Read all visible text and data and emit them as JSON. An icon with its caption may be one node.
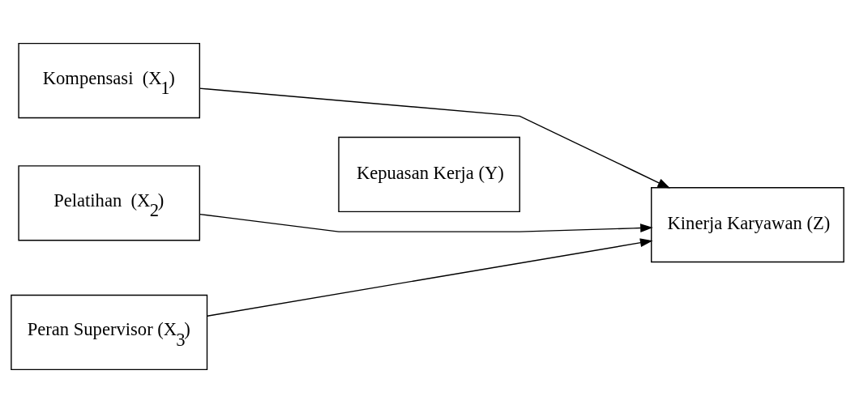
{
  "diagram": {
    "nodes": [
      {
        "text": [
          "Kompensasi  (X$_{1}$)"
        ]
      },
      {
        "text": [
          "Pelatihan  (X$_{2}$)"
        ]
      },
      {
        "text": [
          "Peran Supervisor (X$_{3}$)"
        ]
      },
      {
        "text": [
          "Kepuasan Kerja (Y)"
        ]
      },
      {
        "text": [
          "Kinerja Karyawan (Z)"
        ]
      }
    ],
    "edges": [
      {
        "from": 0,
        "to": 4,
        "arrow": "to"
      },
      {
        "from": 2,
        "to": 4,
        "arrow": "to"
      },
      {
        "from": 1,
        "to": 4,
        "arrow": "to"
      }
    ]
  }
}
